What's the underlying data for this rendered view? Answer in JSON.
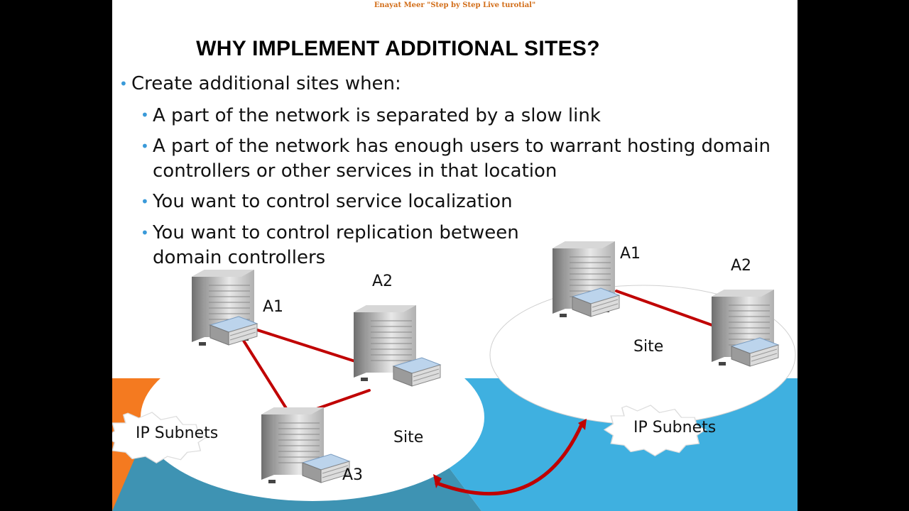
{
  "watermark": "Enayat Meer   \"Step by Step Live turotial\"",
  "title": "WHY IMPLEMENT ADDITIONAL SITES?",
  "bullets": {
    "main": "Create additional sites when:",
    "items": [
      "A part of the network is separated by a slow link",
      "A part of the network has enough users to warrant hosting domain controllers or other services in that location",
      "You want to control service localization",
      "You want to control replication between domain controllers"
    ]
  },
  "diagram": {
    "left_site": {
      "label": "Site",
      "subnet": "IP Subnets",
      "servers": [
        "A1",
        "A2",
        "A3"
      ]
    },
    "right_site": {
      "label": "Site",
      "subnet": "IP Subnets",
      "servers": [
        "A1",
        "A2"
      ]
    }
  },
  "colors": {
    "orange": "#f47a20",
    "teal": "#3e93b3",
    "blue": "#3fb0e0",
    "link_red": "#c00000",
    "bullet_blue": "#3a9ad9"
  }
}
